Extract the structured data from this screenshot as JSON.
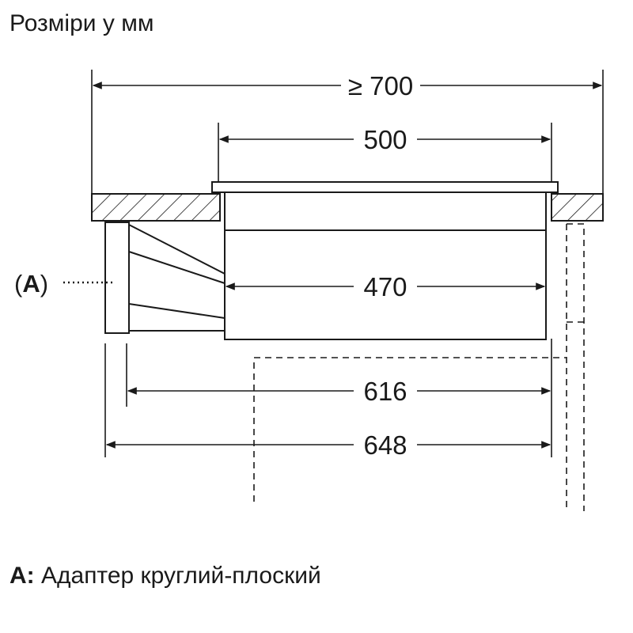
{
  "title": "Розміри у мм",
  "dimensions": {
    "counter_opening": "≥ 700",
    "top_width": "500",
    "body_width": "470",
    "depth_with_adapter": "616",
    "overall_depth": "648"
  },
  "callout": {
    "open": "(",
    "key": "A",
    "close": ")"
  },
  "legend": {
    "key": "A:",
    "text": " Адаптер круглий-плоский"
  }
}
